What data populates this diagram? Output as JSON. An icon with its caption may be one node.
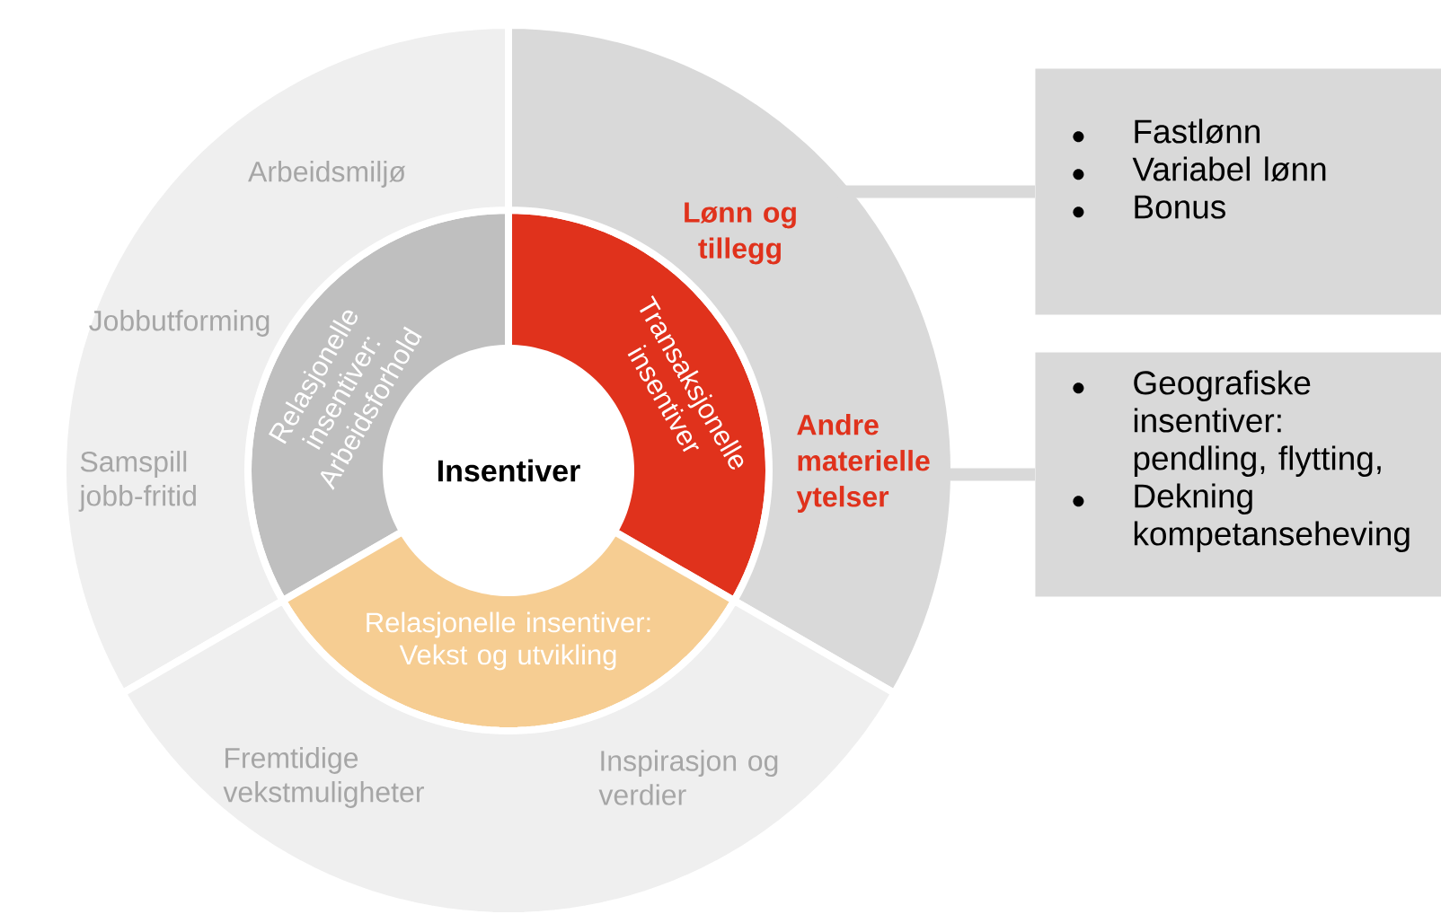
{
  "diagram": {
    "nodes": [
      {
        "text": [
          "Arbeidsmiljø",
          "Jobbutforming",
          "Samspill jobb-fritid"
        ]
      },
      {
        "text": [
          "Lønn og tillegg",
          "Andre materielle ytelser"
        ]
      },
      {
        "text": [
          "Fremtidige vekstmuligheter",
          "Inspirasjon og verdier"
        ]
      },
      {
        "text": [
          "Relasjonelle insentiver: Arbeidsforhold"
        ]
      },
      {
        "text": [
          "Transaksjonelle insentiver"
        ]
      },
      {
        "text": [
          "Relasjonelle insentiver: Vekst og utvikling"
        ]
      },
      {
        "text": [
          "Insentiver"
        ]
      },
      {
        "text": [
          "Fastlønn",
          "Variabel lønn",
          "Bonus"
        ]
      },
      {
        "text": [
          "Geografiske insentiver: pendling, flytting,",
          "Dekning kompetanseheving"
        ]
      }
    ],
    "edges": [
      {
        "from": 1,
        "to": 7,
        "arrow": "none"
      },
      {
        "from": 1,
        "to": 8,
        "arrow": "none"
      }
    ]
  }
}
